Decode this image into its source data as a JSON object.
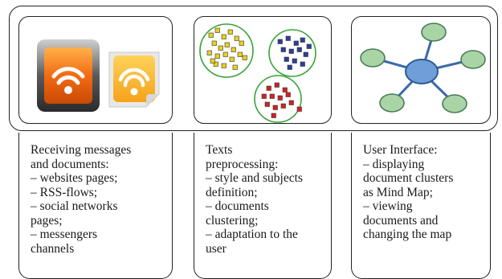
{
  "panels": [
    {
      "icon": "rss-feed-icons",
      "lines": [
        "Receiving messages",
        "and documents:",
        "– websites pages;",
        "– RSS-flows;",
        "– social networks",
        "pages;",
        "– messengers",
        "channels"
      ]
    },
    {
      "icon": "document-clusters-icon",
      "lines": [
        "Texts",
        "preprocessing:",
        "– style and subjects",
        "definition;",
        "– documents",
        "clustering;",
        "– adaptation to the",
        "user"
      ]
    },
    {
      "icon": "mind-map-icon",
      "lines": [
        "User Interface:",
        "– displaying",
        "document clusters",
        "as Mind Map;",
        "– viewing",
        "documents and",
        "changing the map"
      ]
    }
  ],
  "colors": {
    "rss_orange": "#f07a1a",
    "cluster_yellow": "#e8d21a",
    "cluster_blue": "#2b3f9a",
    "cluster_red": "#d42020",
    "cluster_ring": "#3aa33a",
    "mindmap_center": "#6f9ed8",
    "mindmap_node": "#a9d5a6"
  }
}
